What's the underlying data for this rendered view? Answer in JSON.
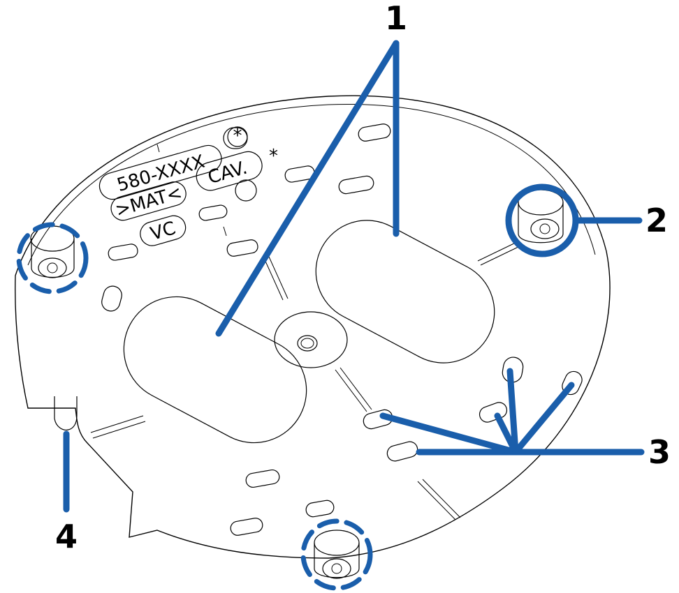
{
  "callouts": {
    "c1": "1",
    "c2": "2",
    "c3": "3",
    "c4": "4"
  },
  "embossed": {
    "part_number": "580-XXXX",
    "material": ">MAT<",
    "cavity": "CAV.",
    "vc": "VC"
  },
  "colors": {
    "callout_blue": "#1a5eab",
    "line": "#000000",
    "background": "#ffffff"
  }
}
